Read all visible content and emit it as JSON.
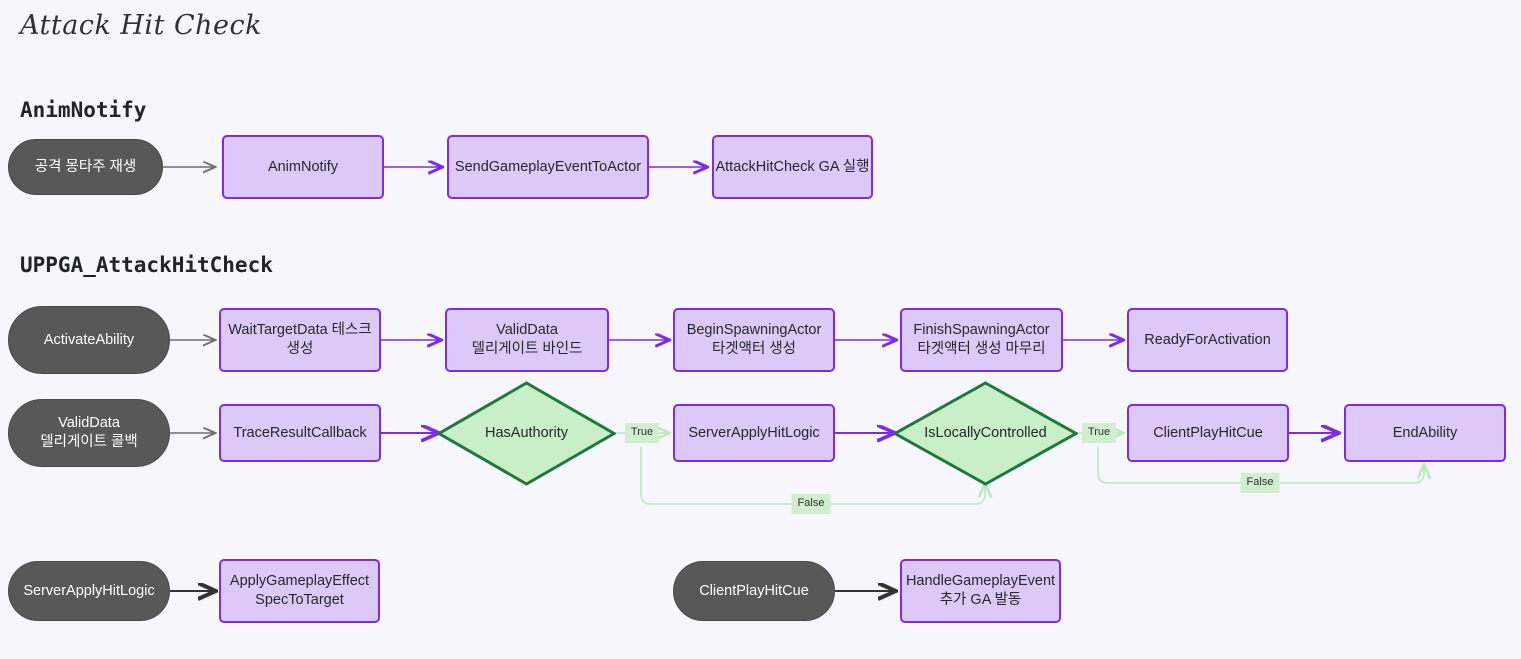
{
  "page": {
    "title": "Attack Hit Check",
    "background_color": "#F8F6FD"
  },
  "palette": {
    "process_fill": "#DCC9F8",
    "process_border": "#7C2BEA",
    "stadium_fill": "#585858",
    "stadium_text": "#FFFFFF",
    "diamond_fill": "#C8EFC8",
    "diamond_border": "#1E7A3C",
    "edge_purple": "#7C2BEA",
    "edge_gray": "#6E6E6E",
    "edge_green": "#BCE8BC",
    "edge_label_bg": "#CFEFCF"
  },
  "sections": [
    {
      "id": "anim-notify",
      "label": "AnimNotify"
    },
    {
      "id": "uppga-attackhitcheck",
      "label": "UPPGA_AttackHitCheck"
    }
  ],
  "chart_data": {
    "type": "flowchart",
    "title": "Attack Hit Check",
    "nodes": [
      {
        "id": "n1",
        "label": "공격 몽타주 재생",
        "shape": "stadium",
        "row": 1
      },
      {
        "id": "n2",
        "label": "AnimNotify",
        "shape": "rect",
        "row": 1
      },
      {
        "id": "n3",
        "label": "SendGameplayEventToActor",
        "shape": "rect",
        "row": 1
      },
      {
        "id": "n4",
        "label": "AttackHitCheck GA 실행",
        "shape": "rect",
        "row": 1
      },
      {
        "id": "n5",
        "label": "ActivateAbility",
        "shape": "stadium",
        "row": 2
      },
      {
        "id": "n6",
        "label": "WaitTargetData 테스크\n생성",
        "shape": "rect",
        "row": 2
      },
      {
        "id": "n7",
        "label": "ValidData\n델리게이트 바인드",
        "shape": "rect",
        "row": 2
      },
      {
        "id": "n8",
        "label": "BeginSpawningActor\n타겟액터 생성",
        "shape": "rect",
        "row": 2
      },
      {
        "id": "n9",
        "label": "FinishSpawningActor\n타겟액터 생성 마무리",
        "shape": "rect",
        "row": 2
      },
      {
        "id": "n10",
        "label": "ReadyForActivation",
        "shape": "rect",
        "row": 2
      },
      {
        "id": "n11",
        "label": "ValidData\n델리게이트 콜백",
        "shape": "stadium",
        "row": 3
      },
      {
        "id": "n12",
        "label": "TraceResultCallback",
        "shape": "rect",
        "row": 3
      },
      {
        "id": "n13",
        "label": "HasAuthority",
        "shape": "diamond",
        "row": 3
      },
      {
        "id": "n14",
        "label": "ServerApplyHitLogic",
        "shape": "rect",
        "row": 3
      },
      {
        "id": "n15",
        "label": "IsLocallyControlled",
        "shape": "diamond",
        "row": 3
      },
      {
        "id": "n16",
        "label": "ClientPlayHitCue",
        "shape": "rect",
        "row": 3
      },
      {
        "id": "n17",
        "label": "EndAbility",
        "shape": "rect",
        "row": 3
      },
      {
        "id": "n18",
        "label": "ServerApplyHitLogic",
        "shape": "stadium",
        "row": 4
      },
      {
        "id": "n19",
        "label": "ApplyGameplayEffect\nSpecToTarget",
        "shape": "rect",
        "row": 4
      },
      {
        "id": "n20",
        "label": "ClientPlayHitCue",
        "shape": "stadium",
        "row": 4
      },
      {
        "id": "n21",
        "label": "HandleGameplayEvent\n추가 GA 발동",
        "shape": "rect",
        "row": 4
      }
    ],
    "edges": [
      {
        "from": "n1",
        "to": "n2",
        "label": "",
        "color": "gray"
      },
      {
        "from": "n2",
        "to": "n3",
        "label": "",
        "color": "purple"
      },
      {
        "from": "n3",
        "to": "n4",
        "label": "",
        "color": "purple"
      },
      {
        "from": "n5",
        "to": "n6",
        "label": "",
        "color": "gray"
      },
      {
        "from": "n6",
        "to": "n7",
        "label": "",
        "color": "purple"
      },
      {
        "from": "n7",
        "to": "n8",
        "label": "",
        "color": "purple"
      },
      {
        "from": "n8",
        "to": "n9",
        "label": "",
        "color": "purple"
      },
      {
        "from": "n9",
        "to": "n10",
        "label": "",
        "color": "purple"
      },
      {
        "from": "n11",
        "to": "n12",
        "label": "",
        "color": "gray"
      },
      {
        "from": "n12",
        "to": "n13",
        "label": "",
        "color": "purple"
      },
      {
        "from": "n13",
        "to": "n14",
        "label": "True",
        "color": "green"
      },
      {
        "from": "n13",
        "to": "n15",
        "label": "False",
        "color": "green"
      },
      {
        "from": "n14",
        "to": "n15",
        "label": "",
        "color": "purple"
      },
      {
        "from": "n15",
        "to": "n16",
        "label": "True",
        "color": "green"
      },
      {
        "from": "n15",
        "to": "n17",
        "label": "False",
        "color": "green"
      },
      {
        "from": "n16",
        "to": "n17",
        "label": "",
        "color": "purple"
      },
      {
        "from": "n18",
        "to": "n19",
        "label": "",
        "color": "dark"
      },
      {
        "from": "n20",
        "to": "n21",
        "label": "",
        "color": "dark"
      }
    ],
    "edge_labels": [
      {
        "id": "lbl-true-1",
        "text": "True"
      },
      {
        "id": "lbl-false-1",
        "text": "False"
      },
      {
        "id": "lbl-true-2",
        "text": "True"
      },
      {
        "id": "lbl-false-2",
        "text": "False"
      }
    ]
  }
}
